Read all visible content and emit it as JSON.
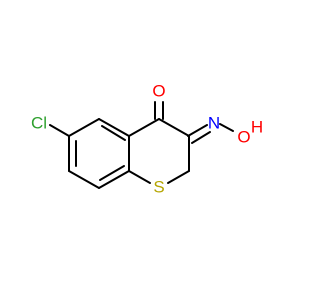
{
  "molecule": {
    "atoms": {
      "chlorine": {
        "symbol": "Cl",
        "color": "#2ea02e"
      },
      "carbonyl_oxygen": {
        "symbol": "O",
        "color": "#ff0000"
      },
      "oxime_nitrogen": {
        "symbol": "N",
        "color": "#0000ff"
      },
      "hydroxyl_oxygen": {
        "symbol": "O",
        "color": "#ff0000"
      },
      "hydroxyl_hydrogen": {
        "symbol": "H",
        "color": "#ff0000"
      },
      "sulfur": {
        "symbol": "S",
        "color": "#b5a500"
      }
    },
    "bond_color": "#000000"
  }
}
